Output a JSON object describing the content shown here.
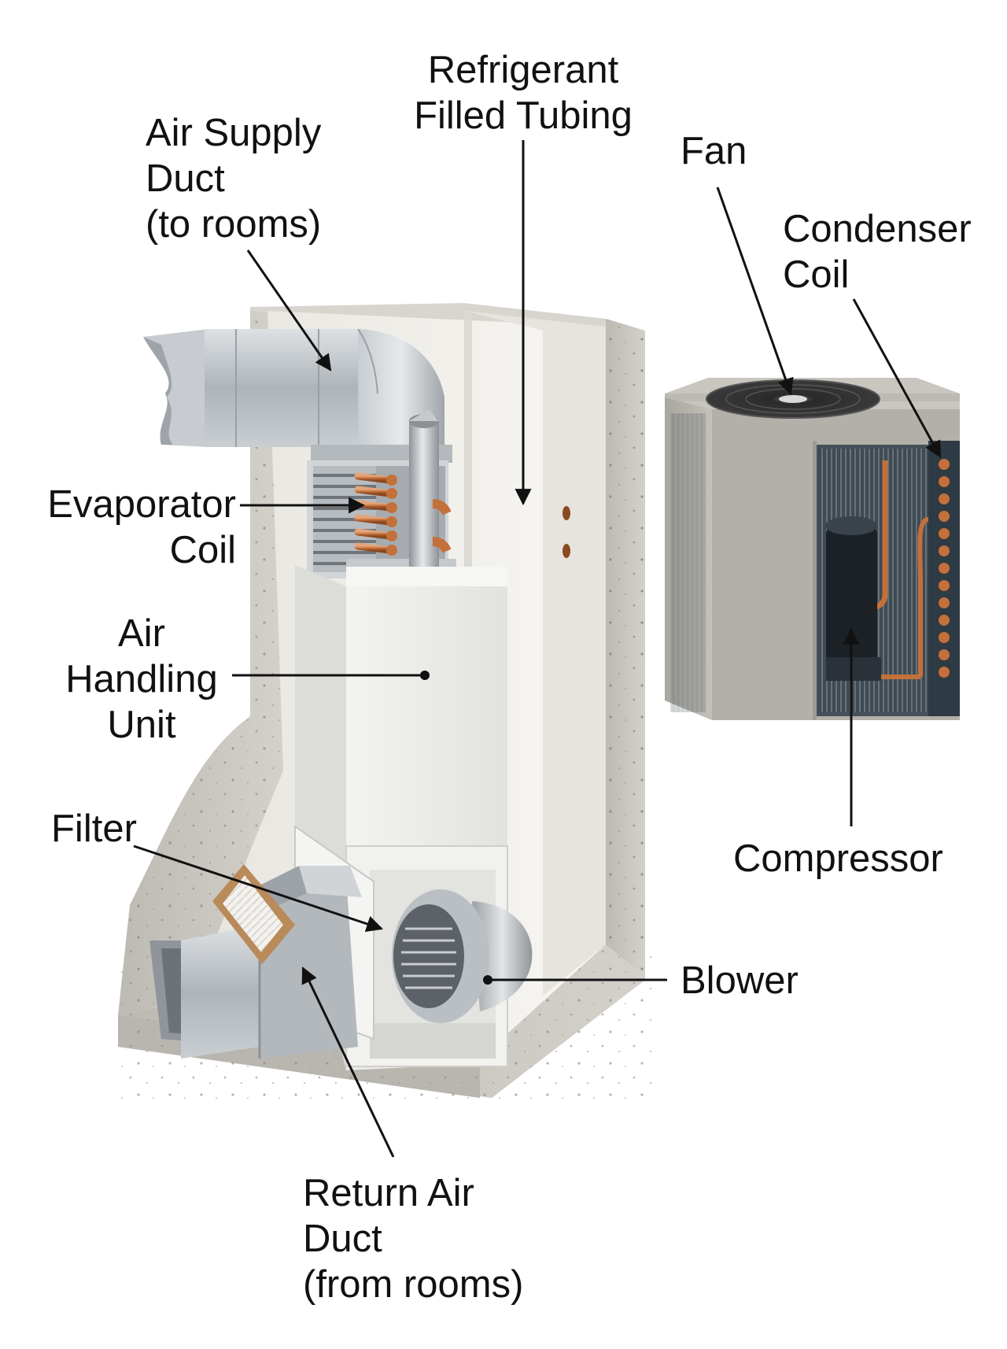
{
  "labels": {
    "refrigerant_tubing": [
      "Refrigerant",
      "Filled Tubing"
    ],
    "air_supply_duct": [
      "Air Supply",
      "Duct",
      "(to rooms)"
    ],
    "fan": [
      "Fan"
    ],
    "condenser_coil": [
      "Condenser",
      "Coil"
    ],
    "evaporator_coil": [
      "Evaporator",
      "Coil"
    ],
    "air_handling_unit": [
      "Air",
      "Handling",
      "Unit"
    ],
    "filter": [
      "Filter"
    ],
    "compressor": [
      "Compressor"
    ],
    "blower": [
      "Blower"
    ],
    "return_air_duct": [
      "Return Air",
      "Duct",
      "(from rooms)"
    ]
  },
  "colors": {
    "concrete": "#c9c5bf",
    "wall_face": "#f1efe9",
    "galvanized": "#bfc4c8",
    "copper": "#c4703a",
    "unit_panel": "#b5b2ab",
    "leader": "#111111"
  }
}
